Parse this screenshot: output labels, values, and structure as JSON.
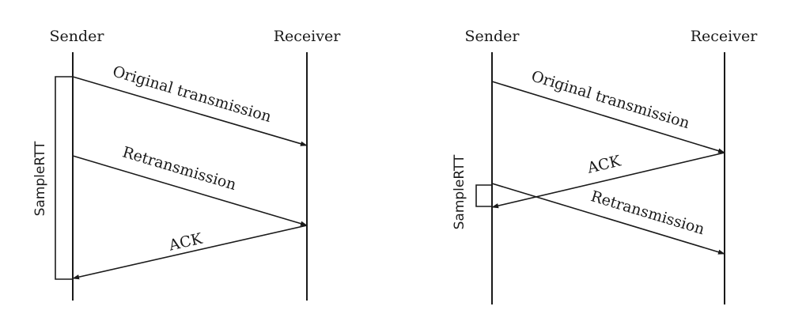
{
  "left_diagram": {
    "sender_label": "Sender",
    "receiver_label": "Receiver",
    "messages": [
      {
        "label": "Original transmission"
      },
      {
        "label": "Retransmission"
      },
      {
        "label": "ACK"
      }
    ],
    "bracket_label": "SampleRTT"
  },
  "right_diagram": {
    "sender_label": "Sender",
    "receiver_label": "Receiver",
    "messages": [
      {
        "label": "Original transmission"
      },
      {
        "label": "ACK"
      },
      {
        "label": "Retransmission"
      }
    ],
    "bracket_label": "SampleRTT"
  }
}
